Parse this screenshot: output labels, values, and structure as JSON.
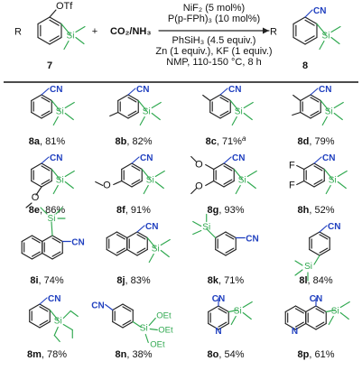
{
  "scheme": {
    "substituent": "R",
    "leaving_group": "OTf",
    "reagent": "CO₂/NH₃",
    "plus": "+",
    "start_id": "7",
    "product_id": "8",
    "conditions_above": [
      "NiF₂ (5 mol%)",
      "P(p-FPh)₃ (10 mol%)"
    ],
    "conditions_below": [
      "PhSiH₃ (4.5 equiv.)",
      "Zn (1 equiv.), KF (1 equiv.)",
      "NMP, 110-150 °C, 8 h"
    ]
  },
  "labels": {
    "nitrile": "CN",
    "silyl": "Si",
    "oet": "OEt",
    "pyridine_n": "N",
    "methoxy": "O",
    "fluoro": "F"
  },
  "compounds": [
    {
      "id": "8a",
      "yield": "81%"
    },
    {
      "id": "8b",
      "yield": "82%"
    },
    {
      "id": "8c",
      "yield": "71%",
      "note": "a"
    },
    {
      "id": "8d",
      "yield": "79%"
    },
    {
      "id": "8e",
      "yield": "86%"
    },
    {
      "id": "8f",
      "yield": "91%"
    },
    {
      "id": "8g",
      "yield": "93%"
    },
    {
      "id": "8h",
      "yield": "52%"
    },
    {
      "id": "8i",
      "yield": "74%"
    },
    {
      "id": "8j",
      "yield": "83%"
    },
    {
      "id": "8k",
      "yield": "71%"
    },
    {
      "id": "8l",
      "yield": "84%"
    },
    {
      "id": "8m",
      "yield": "78%"
    },
    {
      "id": "8n",
      "yield": "38%"
    },
    {
      "id": "8o",
      "yield": "54%"
    },
    {
      "id": "8p",
      "yield": "61%"
    }
  ]
}
